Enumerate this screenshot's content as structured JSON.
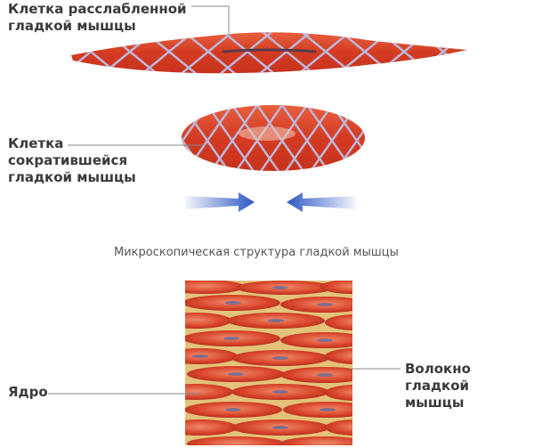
{
  "labels": {
    "relaxed_cell": [
      "Клетка расслабленной",
      "гладкой мышцы"
    ],
    "contracted_cell": [
      "Клетка",
      "сократившейся",
      "гладкой мышцы"
    ],
    "micro_title": "Микроскопическая структура гладкой мышцы",
    "nucleus": "Ядро",
    "fiber": [
      "Волокно гладкой",
      "мышцы"
    ]
  },
  "colors": {
    "cell_red": "#d9452a",
    "network": "#b9b6d8",
    "arrow": "#2d57c4",
    "connective": "#e3c27a",
    "nucleus": "#6a6a9a",
    "leader_line": "#888888"
  }
}
